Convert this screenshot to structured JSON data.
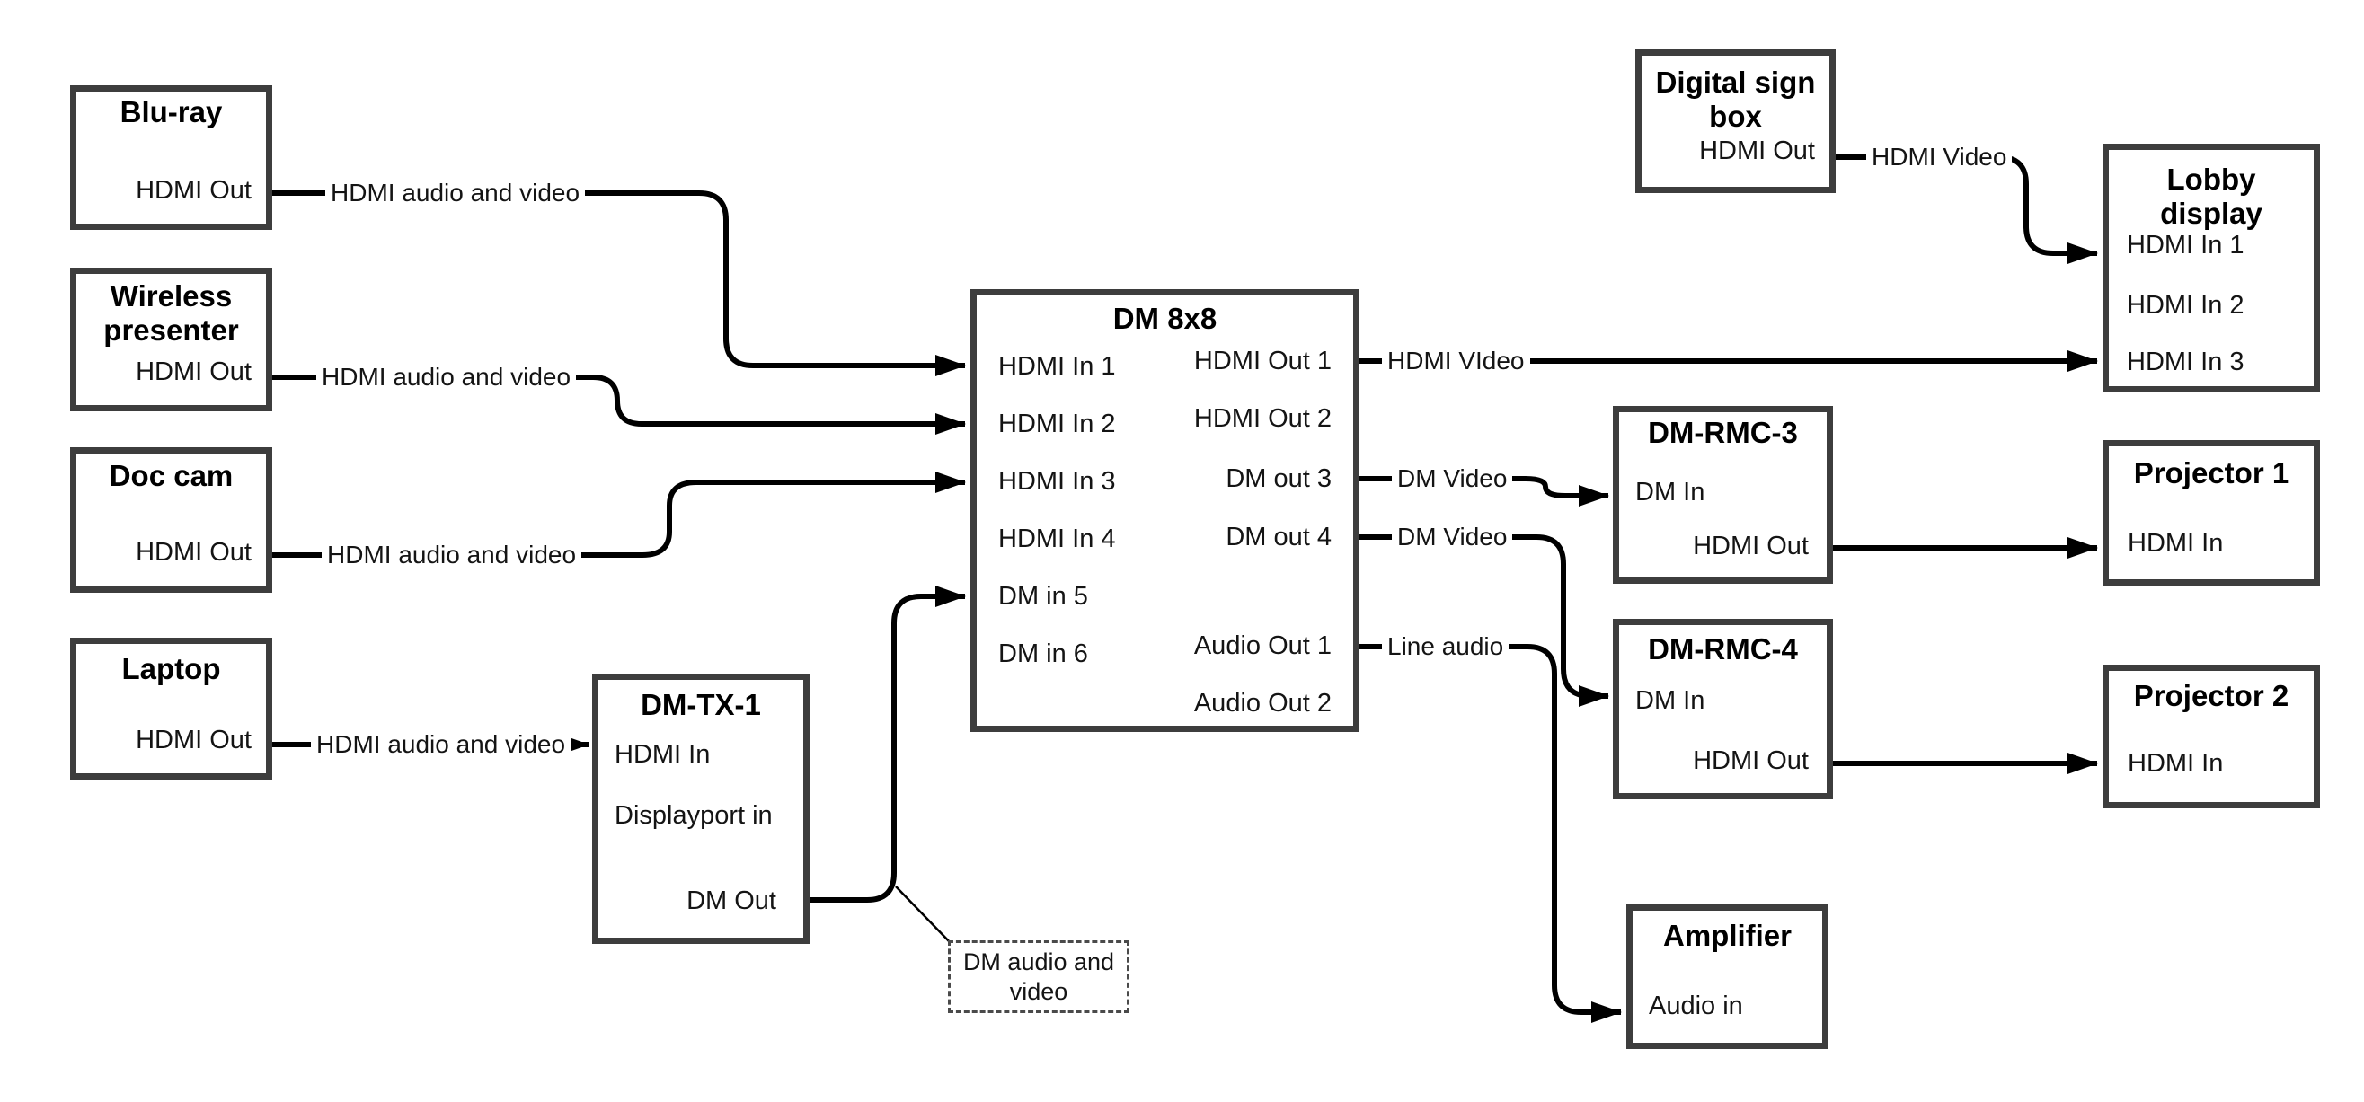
{
  "colors": {
    "wire": "#000000",
    "box_border": "#3d3d3d",
    "background": "#ffffff"
  },
  "nodes": {
    "bluray": {
      "title": "Blu-ray",
      "ports": {
        "out": "HDMI Out"
      }
    },
    "wireless": {
      "title": "Wireless presenter",
      "ports": {
        "out": "HDMI Out"
      }
    },
    "doccam": {
      "title": "Doc cam",
      "ports": {
        "out": "HDMI Out"
      }
    },
    "laptop": {
      "title": "Laptop",
      "ports": {
        "out": "HDMI Out"
      }
    },
    "dmtx1": {
      "title": "DM-TX-1",
      "ports": {
        "hdmi_in": "HDMI In",
        "dp_in": "Displayport in",
        "dm_out": "DM Out"
      }
    },
    "dm8x8": {
      "title": "DM 8x8",
      "ports": {
        "in1": "HDMI In 1",
        "in2": "HDMI In 2",
        "in3": "HDMI In 3",
        "in4": "HDMI In 4",
        "in5": "DM in 5",
        "in6": "DM in 6",
        "out1": "HDMI Out 1",
        "out2": "HDMI Out 2",
        "out3": "DM out 3",
        "out4": "DM out 4",
        "aout1": "Audio Out 1",
        "aout2": "Audio Out 2"
      }
    },
    "digsign": {
      "title": "Digital sign box",
      "ports": {
        "out": "HDMI Out"
      }
    },
    "lobby": {
      "title": "Lobby display",
      "ports": {
        "in1": "HDMI In 1",
        "in2": "HDMI In 2",
        "in3": "HDMI In 3"
      }
    },
    "dmrmc3": {
      "title": "DM-RMC-3",
      "ports": {
        "dm_in": "DM In",
        "hdmi_out": "HDMI Out"
      }
    },
    "dmrmc4": {
      "title": "DM-RMC-4",
      "ports": {
        "dm_in": "DM In",
        "hdmi_out": "HDMI Out"
      }
    },
    "proj1": {
      "title": "Projector 1",
      "ports": {
        "in": "HDMI In"
      }
    },
    "proj2": {
      "title": "Projector 2",
      "ports": {
        "in": "HDMI In"
      }
    },
    "amp": {
      "title": "Amplifier",
      "ports": {
        "in": "Audio in"
      }
    }
  },
  "wire_labels": {
    "bluray": "HDMI audio and video",
    "wireless": "HDMI audio and video",
    "doccam": "HDMI audio and video",
    "laptop": "HDMI audio and video",
    "hdmi_out1": "HDMI VIdeo",
    "dm_out3": "DM Video",
    "dm_out4": "DM Video",
    "line_audio": "Line audio",
    "digsign": "HDMI Video"
  },
  "note": {
    "text": "DM audio and video"
  }
}
